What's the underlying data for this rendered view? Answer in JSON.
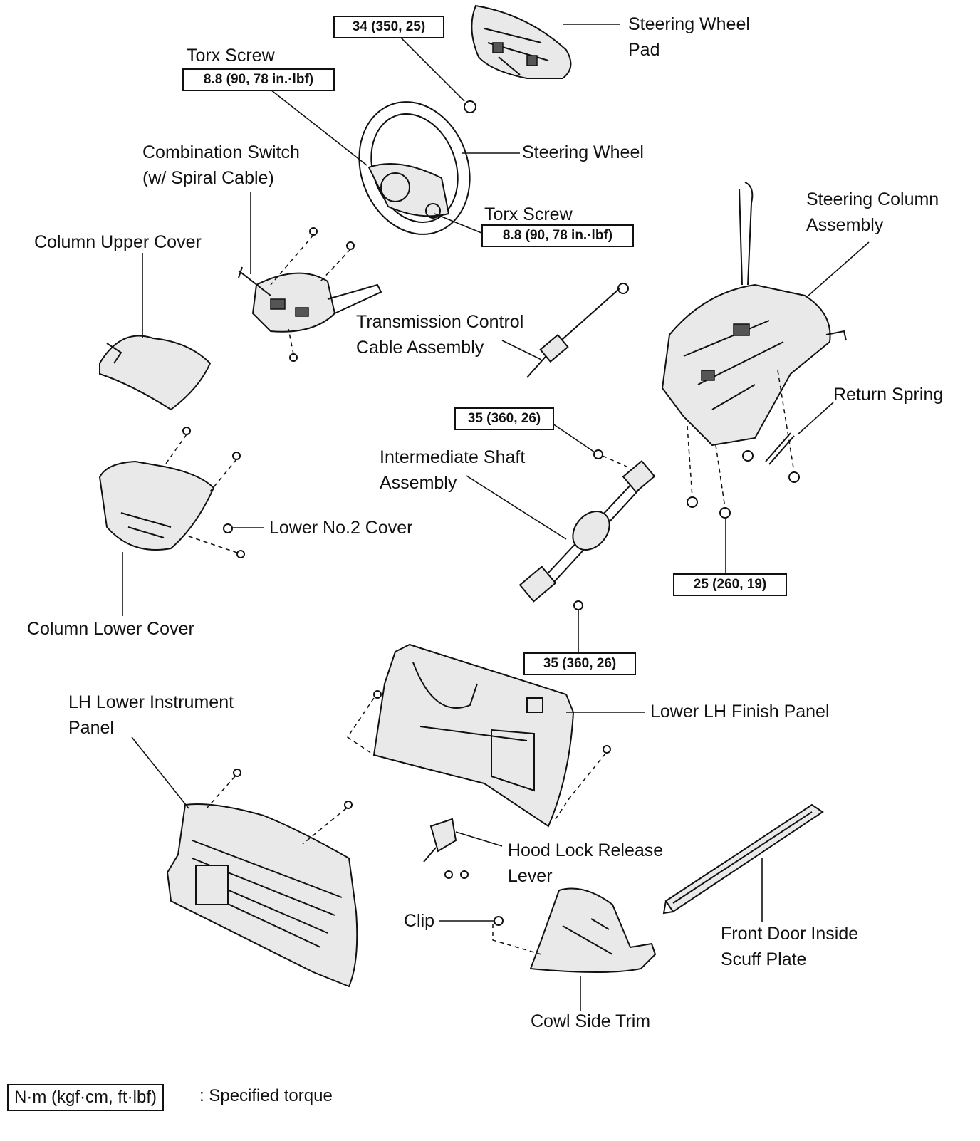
{
  "labels": {
    "steering_wheel_pad": "Steering Wheel\nPad",
    "torx_screw_top": "Torx Screw",
    "steering_wheel": "Steering Wheel",
    "combination_switch": "Combination Switch\n(w/ Spiral Cable)",
    "torx_screw_right": "Torx Screw",
    "steering_column_assembly": "Steering Column\nAssembly",
    "column_upper_cover": "Column Upper Cover",
    "transmission_control_cable": "Transmission Control\nCable Assembly",
    "return_spring": "Return Spring",
    "intermediate_shaft": "Intermediate Shaft\nAssembly",
    "lower_no2_cover": "Lower No.2 Cover",
    "column_lower_cover": "Column Lower Cover",
    "lh_lower_instrument_panel": "LH Lower Instrument\nPanel",
    "lower_lh_finish_panel": "Lower LH Finish Panel",
    "hood_lock_release_lever": "Hood Lock Release\nLever",
    "clip": "Clip",
    "front_door_scuff_plate": "Front Door Inside\nScuff Plate",
    "cowl_side_trim": "Cowl Side Trim"
  },
  "torque": {
    "pad_nut": "34 (350, 25)",
    "torx_top": "8.8 (90, 78 in.·lbf)",
    "torx_right": "8.8 (90, 78 in.·lbf)",
    "shaft_upper": "35 (360, 26)",
    "column_nuts": "25 (260, 19)",
    "shaft_lower": "35 (360, 26)"
  },
  "legend": {
    "unit_box": "N·m (kgf·cm, ft·lbf)",
    "text": ": Specified torque"
  }
}
